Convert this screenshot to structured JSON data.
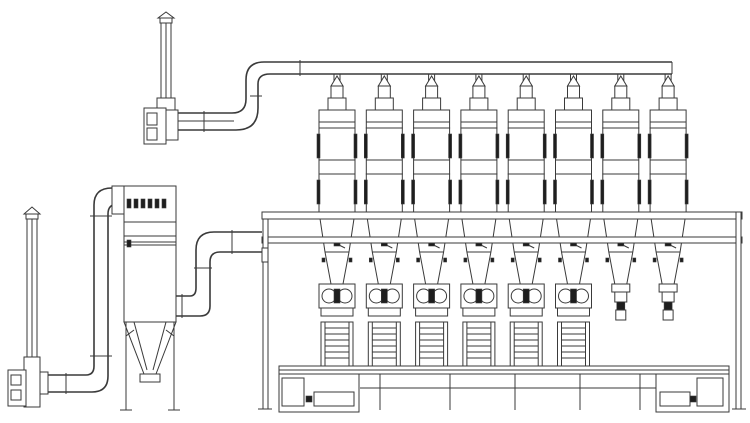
{
  "diagram": {
    "kind": "industrial dust collection system line drawing",
    "components": {
      "cyclone_count": 8,
      "cyclones_with_rotary_valve_and_hopper": 6,
      "cyclones_with_discharge_valve_only": 2,
      "exhaust_stacks": 2,
      "fans": 2,
      "baghouse_filters": 1,
      "bottom_conveyors": 1
    },
    "colors": {
      "line": "#3a3a3a",
      "dark": "#1e1e1e",
      "background": "#ffffff"
    }
  }
}
